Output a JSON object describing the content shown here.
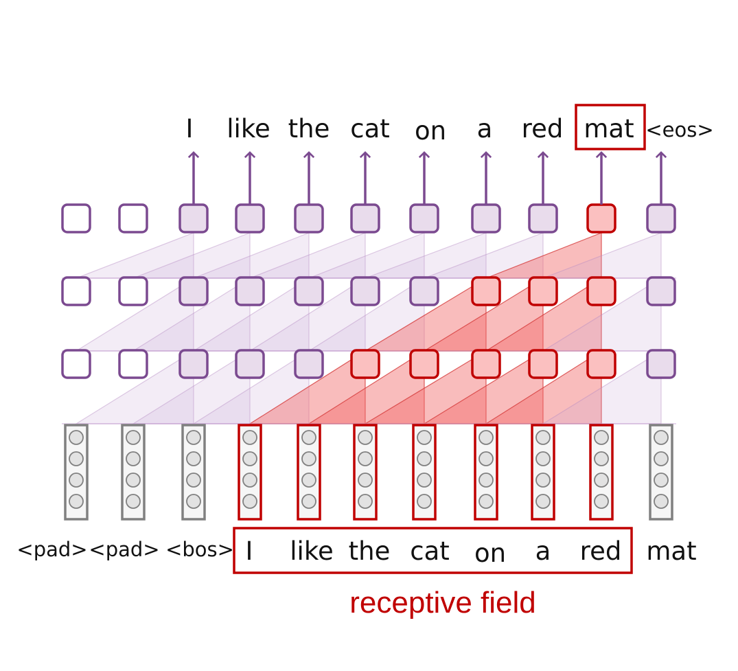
{
  "output_tokens": [
    "I",
    "like",
    "the",
    "cat",
    "on",
    "a",
    "red",
    "mat",
    "<eos>"
  ],
  "input_tokens": [
    "<pad>",
    "<pad>",
    "<bos>",
    "I",
    "like",
    "the",
    "cat",
    "on",
    "a",
    "red",
    "mat"
  ],
  "caption": "receptive field",
  "highlight": {
    "output_index": 7,
    "top_layer": [
      9
    ],
    "middle_layer": [
      7,
      8,
      9
    ],
    "bottom_layer": [
      5,
      6,
      7,
      8,
      9
    ],
    "inputs": [
      3,
      4,
      5,
      6,
      7,
      8,
      9
    ]
  },
  "colors": {
    "purple": "#7b4a90",
    "purple_fill": "#e9dcec",
    "red": "#c00000",
    "red_fill": "#fbc0c0",
    "gray": "#808080"
  }
}
